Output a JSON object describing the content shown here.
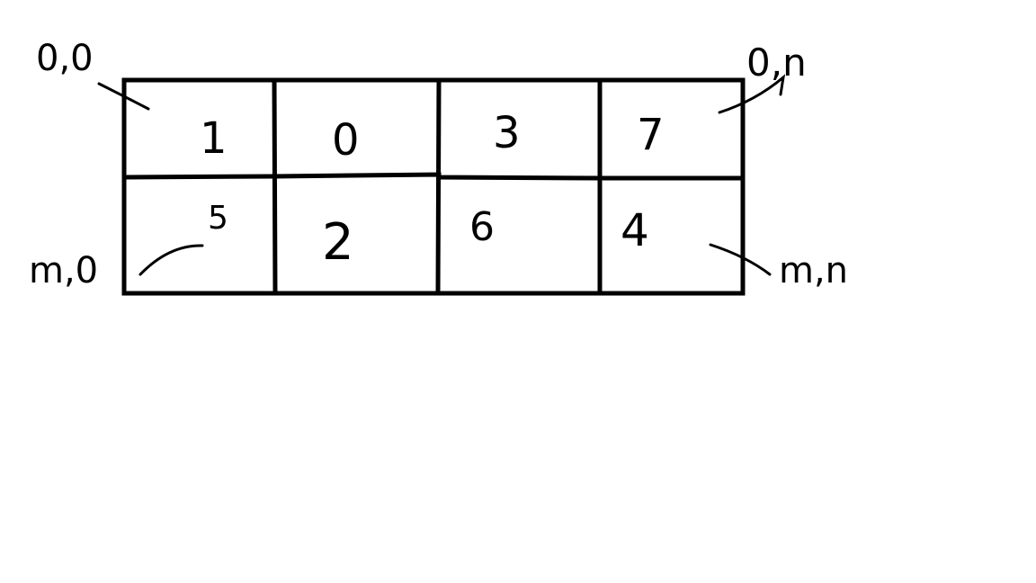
{
  "grid": {
    "rows": [
      [
        "1",
        "0",
        "3",
        "7"
      ],
      [
        "5",
        "2",
        "6",
        "4"
      ]
    ]
  },
  "corner_labels": {
    "top_left": "0,0",
    "top_right": "0,n",
    "bottom_left": "m,0",
    "bottom_right": "m,n"
  },
  "colors": {
    "ink": "#000000",
    "background": "#ffffff"
  }
}
